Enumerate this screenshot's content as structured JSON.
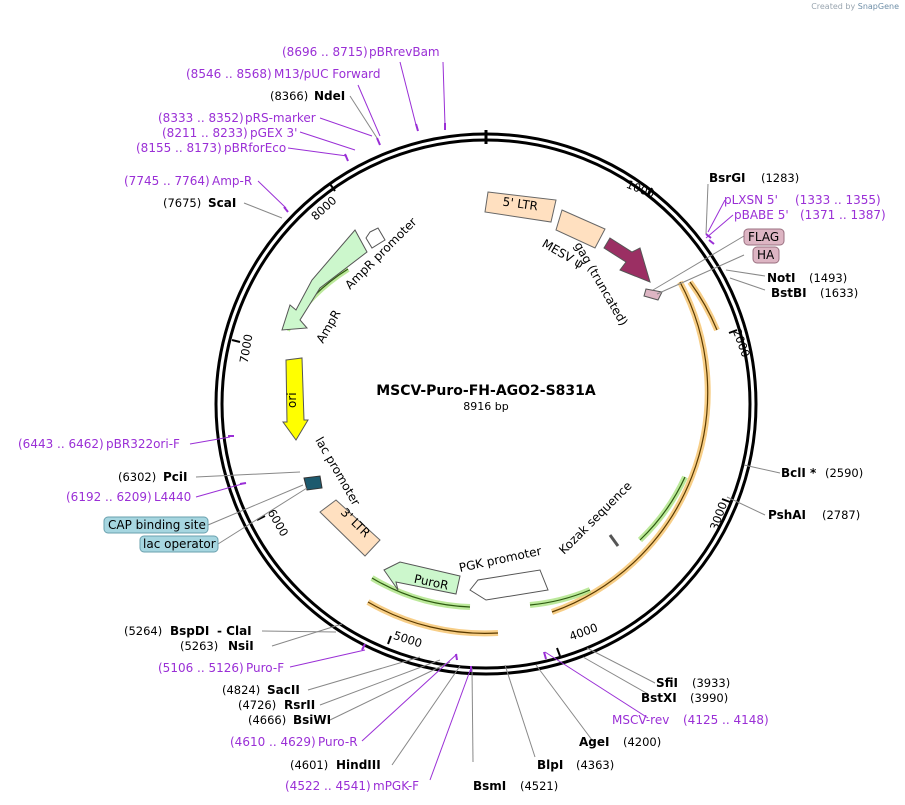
{
  "brand": {
    "prefix": "Created by",
    "name": "SnapGene"
  },
  "plasmid": {
    "name": "MSCV-Puro-FH-AGO2-S831A",
    "length_label": "8916 bp",
    "length": 8916
  },
  "ticks": [
    "1000",
    "2000",
    "3000",
    "4000",
    "5000",
    "6000",
    "7000",
    "8000"
  ],
  "sites": [
    {
      "label": "pBRrevBam",
      "coord": "(8696 .. 8715)",
      "type": "primer"
    },
    {
      "label": "M13/pUC Forward",
      "coord": "(8546 .. 8568)",
      "type": "primer"
    },
    {
      "label": "NdeI",
      "coord": "(8366)",
      "type": "enzyme"
    },
    {
      "label": "pRS-marker",
      "coord": "(8333 .. 8352)",
      "type": "primer"
    },
    {
      "label": "pGEX 3'",
      "coord": "(8211 .. 8233)",
      "type": "primer"
    },
    {
      "label": "pBRforEco",
      "coord": "(8155 .. 8173)",
      "type": "primer"
    },
    {
      "label": "Amp-R",
      "coord": "(7745 .. 7764)",
      "type": "primer"
    },
    {
      "label": "ScaI",
      "coord": "(7675)",
      "type": "enzyme"
    },
    {
      "label": "pBR322ori-F",
      "coord": "(6443 .. 6462)",
      "type": "primer"
    },
    {
      "label": "PciI",
      "coord": "(6302)",
      "type": "enzyme"
    },
    {
      "label": "L4440",
      "coord": "(6192 .. 6209)",
      "type": "primer"
    },
    {
      "label": "CAP binding site",
      "coord": "",
      "type": "boxed"
    },
    {
      "label": "lac operator",
      "coord": "",
      "type": "boxed"
    },
    {
      "label": "BspDI",
      "coord": "(5264)",
      "type": "enzyme",
      "extra": "- ClaI"
    },
    {
      "label": "NsiI",
      "coord": "(5263)",
      "type": "enzyme"
    },
    {
      "label": "Puro-F",
      "coord": "(5106 .. 5126)",
      "type": "primer"
    },
    {
      "label": "SacII",
      "coord": "(4824)",
      "type": "enzyme"
    },
    {
      "label": "RsrII",
      "coord": "(4726)",
      "type": "enzyme"
    },
    {
      "label": "BsiWI",
      "coord": "(4666)",
      "type": "enzyme"
    },
    {
      "label": "Puro-R",
      "coord": "(4610 .. 4629)",
      "type": "primer"
    },
    {
      "label": "HindIII",
      "coord": "(4601)",
      "type": "enzyme"
    },
    {
      "label": "mPGK-F",
      "coord": "(4522 .. 4541)",
      "type": "primer"
    },
    {
      "label": "BsmI",
      "coord": "(4521)",
      "type": "enzyme"
    },
    {
      "label": "BlpI",
      "coord": "(4363)",
      "type": "enzyme"
    },
    {
      "label": "AgeI",
      "coord": "(4200)",
      "type": "enzyme"
    },
    {
      "label": "MSCV-rev",
      "coord": "(4125 .. 4148)",
      "type": "primer"
    },
    {
      "label": "BstXI",
      "coord": "(3990)",
      "type": "enzyme"
    },
    {
      "label": "SfiI",
      "coord": "(3933)",
      "type": "enzyme"
    },
    {
      "label": "PshAI",
      "coord": "(2787)",
      "type": "enzyme"
    },
    {
      "label": "BclI *",
      "coord": "(2590)",
      "type": "enzyme"
    },
    {
      "label": "BstBI",
      "coord": "(1633)",
      "type": "enzyme"
    },
    {
      "label": "NotI",
      "coord": "(1493)",
      "type": "enzyme"
    },
    {
      "label": "HA",
      "coord": "",
      "type": "tag"
    },
    {
      "label": "FLAG",
      "coord": "",
      "type": "tag"
    },
    {
      "label": "pBABE 5'",
      "coord": "(1371 .. 1387)",
      "type": "primer"
    },
    {
      "label": "pLXSN 5'",
      "coord": "(1333 .. 1355)",
      "type": "primer"
    },
    {
      "label": "BsrGI",
      "coord": "(1283)",
      "type": "enzyme"
    }
  ],
  "features": [
    {
      "label": "5' LTR"
    },
    {
      "label": "gag (truncated)"
    },
    {
      "label": "MESV ψ"
    },
    {
      "label": "AmpR promoter"
    },
    {
      "label": "AmpR"
    },
    {
      "label": "ori"
    },
    {
      "label": "lac promoter"
    },
    {
      "label": "3' LTR"
    },
    {
      "label": "PuroR"
    },
    {
      "label": "PGK promoter"
    },
    {
      "label": "Kozak sequence"
    }
  ],
  "colors": {
    "backbone": "#000000",
    "primer": "#9a2fd6",
    "ltr_fill": "#ffe0c0",
    "gag_fill": "#9b2f63",
    "amp_fill": "#ccf7cc",
    "ori_fill": "#ffff00",
    "puro_fill": "#ccf7cc",
    "orf_ring": "#f3b346",
    "orf_ring_green": "#6aa83a",
    "tag_fill": "#ddb5c3",
    "boxed_fill": "#a6d6e0"
  }
}
